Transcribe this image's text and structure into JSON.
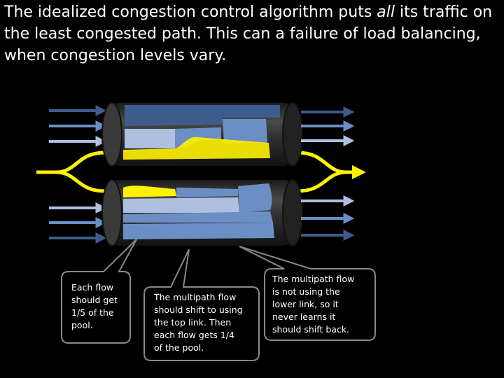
{
  "title": {
    "before": "The idealized congestion control algorithm puts ",
    "emphasis": "all",
    "after": " its traffic on the least congested path. This can a failure of load balancing, when congestion levels vary."
  },
  "callouts": [
    {
      "text": "Each flow\nshould get\n1/5 of the\npool."
    },
    {
      "text": "The multipath flow\nshould shift to using\nthe top link. Then\neach flow gets 1/4\nof the pool."
    },
    {
      "text": "The multipath flow\nis not using the\nlower link, so it\nnever learns it\nshould shift back."
    }
  ],
  "colors": {
    "background": "#000000",
    "pipe_body": "#2a2a2a",
    "flow_dark_blue": "#3d5c8c",
    "flow_mid_blue": "#6b8fc4",
    "flow_light_blue": "#aebfdf",
    "multipath_yellow": "#fff200",
    "callout_border": "#888888"
  }
}
